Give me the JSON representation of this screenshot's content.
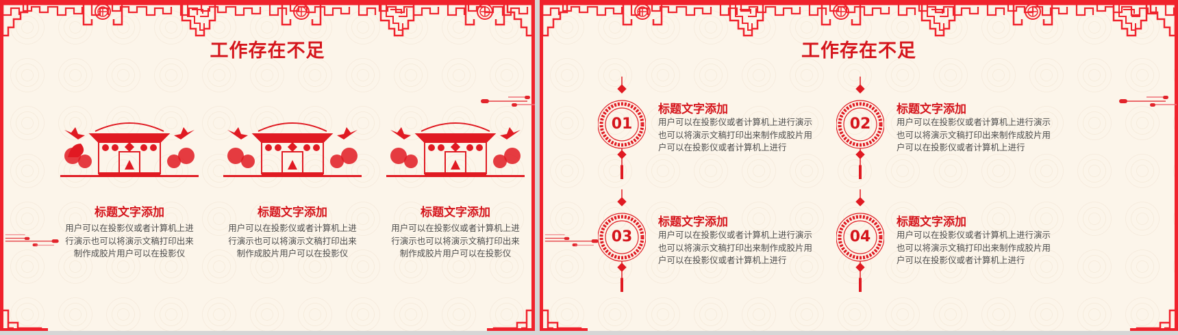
{
  "slides": [
    {
      "id": "slide-1",
      "title": "工作存在不足",
      "cards": [
        {
          "art": "papercut-house-icon",
          "title": "标题文字添加",
          "body": "用户可以在投影仪或者计算机上进行演示也可以将演示文稿打印出来制作成胶片用户可以在投影仪"
        },
        {
          "art": "papercut-house-icon",
          "title": "标题文字添加",
          "body": "用户可以在投影仪或者计算机上进行演示也可以将演示文稿打印出来制作成胶片用户可以在投影仪"
        },
        {
          "art": "papercut-house-icon",
          "title": "标题文字添加",
          "body": "用户可以在投影仪或者计算机上进行演示也可以将演示文稿打印出来制作成胶片用户可以在投影仪"
        }
      ]
    },
    {
      "id": "slide-2",
      "title": "工作存在不足",
      "items": [
        {
          "number": "01",
          "title": "标题文字添加",
          "body": "用户可以在投影仪或者计算机上进行演示也可以将演示文稿打印出来制作成胶片用户可以在投影仪或者计算机上进行"
        },
        {
          "number": "02",
          "title": "标题文字添加",
          "body": "用户可以在投影仪或者计算机上进行演示也可以将演示文稿打印出来制作成胶片用户可以在投影仪或者计算机上进行"
        },
        {
          "number": "03",
          "title": "标题文字添加",
          "body": "用户可以在投影仪或者计算机上进行演示也可以将演示文稿打印出来制作成胶片用户可以在投影仪或者计算机上进行"
        },
        {
          "number": "04",
          "title": "标题文字添加",
          "body": "用户可以在投影仪或者计算机上进行演示也可以将演示文稿打印出来制作成胶片用户可以在投影仪或者计算机上进行"
        }
      ]
    }
  ],
  "theme": {
    "accent": "#d5151c",
    "border": "#f0222c",
    "background": "#fcf5ea",
    "body_text": "#4b4b4b",
    "divider": "#d6d6d6"
  }
}
